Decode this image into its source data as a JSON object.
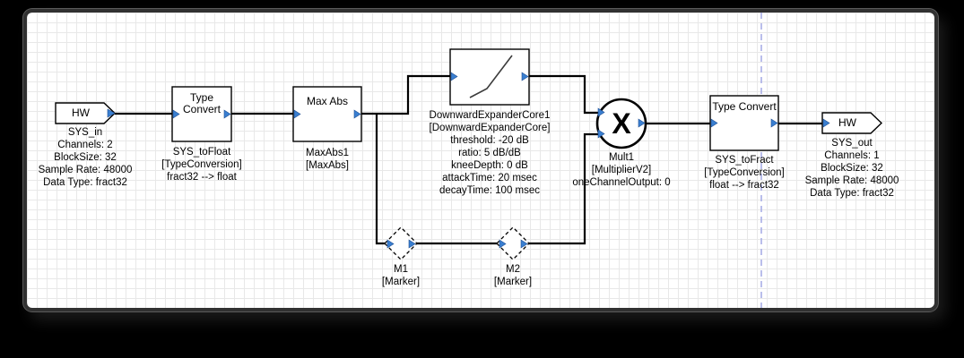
{
  "diagram": {
    "blocks": {
      "sys_in": {
        "title": "HW",
        "caption": [
          "SYS_in",
          "Channels: 2",
          "BlockSize: 32",
          "Sample Rate: 48000",
          "Data Type: fract32"
        ]
      },
      "sys_to_float": {
        "title": "Type Convert",
        "caption": [
          "SYS_toFloat",
          "[TypeConversion]",
          "fract32 --> float"
        ]
      },
      "max_abs1": {
        "title": "Max Abs",
        "caption": [
          "MaxAbs1",
          "[MaxAbs]"
        ]
      },
      "downward_expander_core1": {
        "caption": [
          "DownwardExpanderCore1",
          "[DownwardExpanderCore]",
          "threshold: -20 dB",
          "ratio: 5 dB/dB",
          "kneeDepth: 0 dB",
          "attackTime: 20 msec",
          "decayTime: 100 msec"
        ]
      },
      "mult1": {
        "symbol": "X",
        "caption": [
          "Mult1",
          "[MultiplierV2]",
          "oneChannelOutput: 0"
        ]
      },
      "sys_to_fract": {
        "title": "Type Convert",
        "caption": [
          "SYS_toFract",
          "[TypeConversion]",
          "float --> fract32"
        ]
      },
      "sys_out": {
        "title": "HW",
        "caption": [
          "SYS_out",
          "Channels: 1",
          "BlockSize: 32",
          "Sample Rate: 48000",
          "Data Type: fract32"
        ]
      },
      "m1": {
        "caption": [
          "M1",
          "[Marker]"
        ]
      },
      "m2": {
        "caption": [
          "M2",
          "[Marker]"
        ]
      }
    },
    "colors": {
      "background": "#000000",
      "canvas": "#ffffff",
      "grid": "#e8e8e8",
      "wire": "#000000",
      "pin": "#3a7fd0",
      "block_fill": "#ffffff",
      "block_border": "#000000",
      "guide_dashed_line": "#a9aee6",
      "frame": "#313131"
    }
  }
}
